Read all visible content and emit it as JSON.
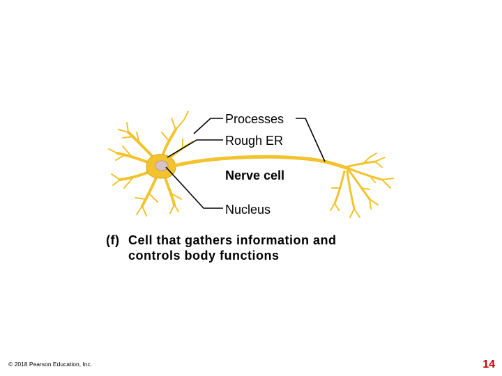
{
  "diagram": {
    "labels": {
      "processes": "Processes",
      "rough_er": "Rough ER",
      "nerve_cell": "Nerve cell",
      "nucleus": "Nucleus"
    },
    "caption": {
      "tag": "(f)",
      "line1": "Cell that gathers information and",
      "line2": "controls body functions"
    },
    "colors": {
      "neuron_fill": "#F2C32C",
      "neuron_edge": "#D9A41E",
      "nucleus": "#D9C2C6",
      "leader_line": "#000000"
    }
  },
  "footer": {
    "copyright": "© 2018 Pearson Education, Inc.",
    "page_number": "14"
  }
}
